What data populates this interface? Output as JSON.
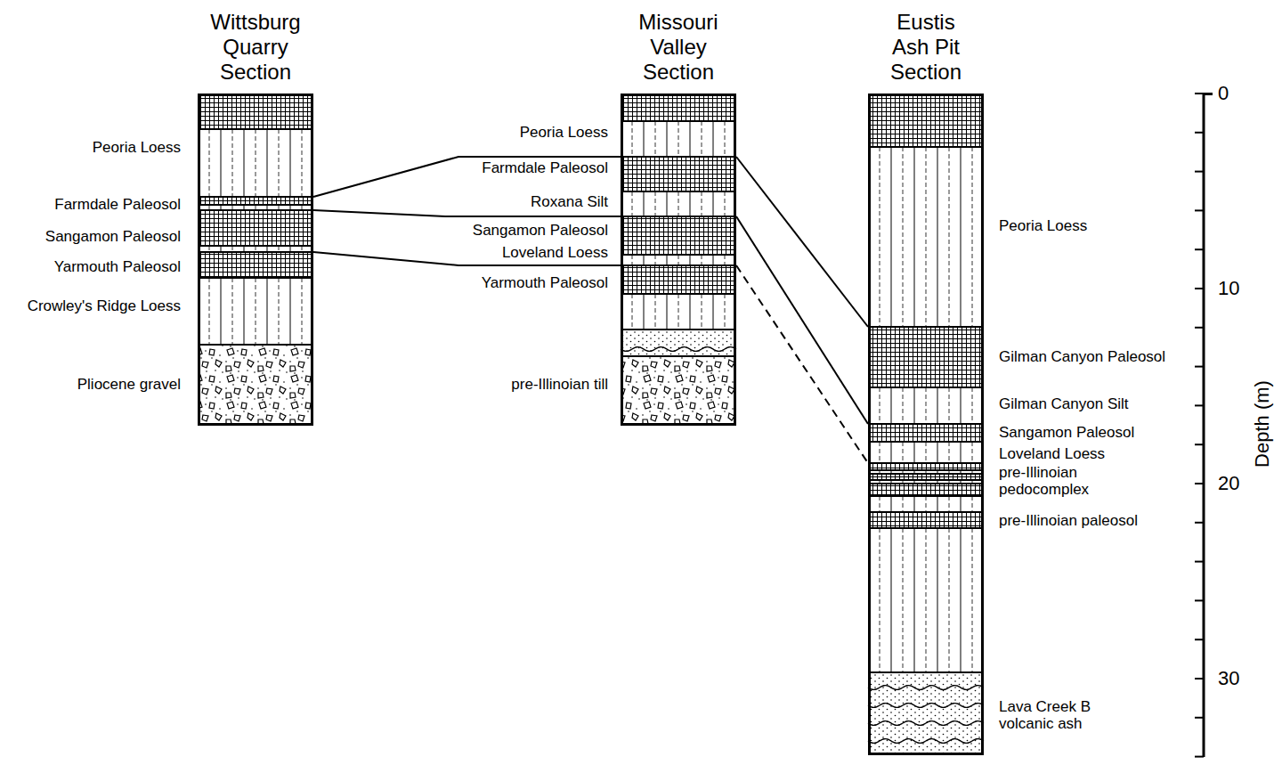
{
  "diagram": {
    "nodes": [
      {
        "text": [
          "Wittsburg Quarry Section"
        ]
      },
      {
        "text": [
          "Peoria Loess"
        ],
        "in": 0
      },
      {
        "text": [
          "Farmdale Paleosol"
        ],
        "in": 0
      },
      {
        "text": [
          "Sangamon Paleosol"
        ],
        "in": 0
      },
      {
        "text": [
          "Yarmouth Paleosol"
        ],
        "in": 0
      },
      {
        "text": [
          "Crowley's Ridge Loess"
        ],
        "in": 0
      },
      {
        "text": [
          "Pliocene gravel"
        ],
        "in": 0
      },
      {
        "text": [
          "Missouri Valley Section"
        ]
      },
      {
        "text": [
          "Peoria Loess"
        ],
        "in": 7
      },
      {
        "text": [
          "Farmdale Paleosol"
        ],
        "in": 7
      },
      {
        "text": [
          "Roxana Silt"
        ],
        "in": 7
      },
      {
        "text": [
          "Sangamon Paleosol"
        ],
        "in": 7
      },
      {
        "text": [
          "Loveland Loess"
        ],
        "in": 7
      },
      {
        "text": [
          "Yarmouth Paleosol"
        ],
        "in": 7
      },
      {
        "text": [
          "pre-Illinoian till"
        ],
        "in": 7
      },
      {
        "text": [
          "Eustis Ash Pit Section"
        ]
      },
      {
        "text": [
          "Peoria Loess"
        ],
        "in": 15
      },
      {
        "text": [
          "Gilman Canyon Paleosol"
        ],
        "in": 15
      },
      {
        "text": [
          "Gilman Canyon Silt"
        ],
        "in": 15
      },
      {
        "text": [
          "Sangamon Paleosol"
        ],
        "in": 15
      },
      {
        "text": [
          "Loveland Loess"
        ],
        "in": 15
      },
      {
        "text": [
          "pre-Illinoian pedocomplex"
        ],
        "in": 15
      },
      {
        "text": [
          "pre-Illinoian paleosol"
        ],
        "in": 15
      },
      {
        "text": [
          "Lava Creek B volcanic ash"
        ],
        "in": 15
      }
    ],
    "edges": [
      {
        "from": 2,
        "to": 9,
        "arrow": "none"
      },
      {
        "from": 9,
        "to": 17,
        "arrow": "none"
      },
      {
        "from": 3,
        "to": 11,
        "arrow": "none"
      },
      {
        "from": 11,
        "to": 19,
        "arrow": "none"
      },
      {
        "from": 4,
        "to": 13,
        "arrow": "none"
      },
      {
        "from": 13,
        "to": 21,
        "arrow": "none"
      }
    ],
    "labels": [
      "0",
      "10",
      "20",
      "30",
      "Depth (m)"
    ]
  }
}
